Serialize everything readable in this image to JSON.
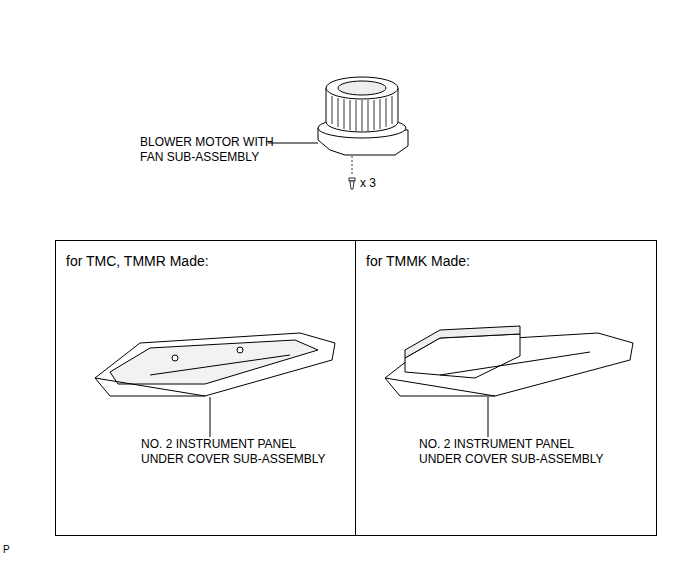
{
  "diagram": {
    "nodes": [
      {
        "text": [
          "for TMC, TMMR Made:",
          "NO. 2 INSTRUMENT PANEL UNDER COVER SUB-ASSEMBLY"
        ]
      },
      {
        "text": [
          "for TMMK Made:",
          "NO. 2 INSTRUMENT PANEL UNDER COVER SUB-ASSEMBLY"
        ]
      }
    ],
    "labels": [
      "BLOWER MOTOR WITH FAN SUB-ASSEMBLY",
      "x 3",
      "P"
    ]
  }
}
